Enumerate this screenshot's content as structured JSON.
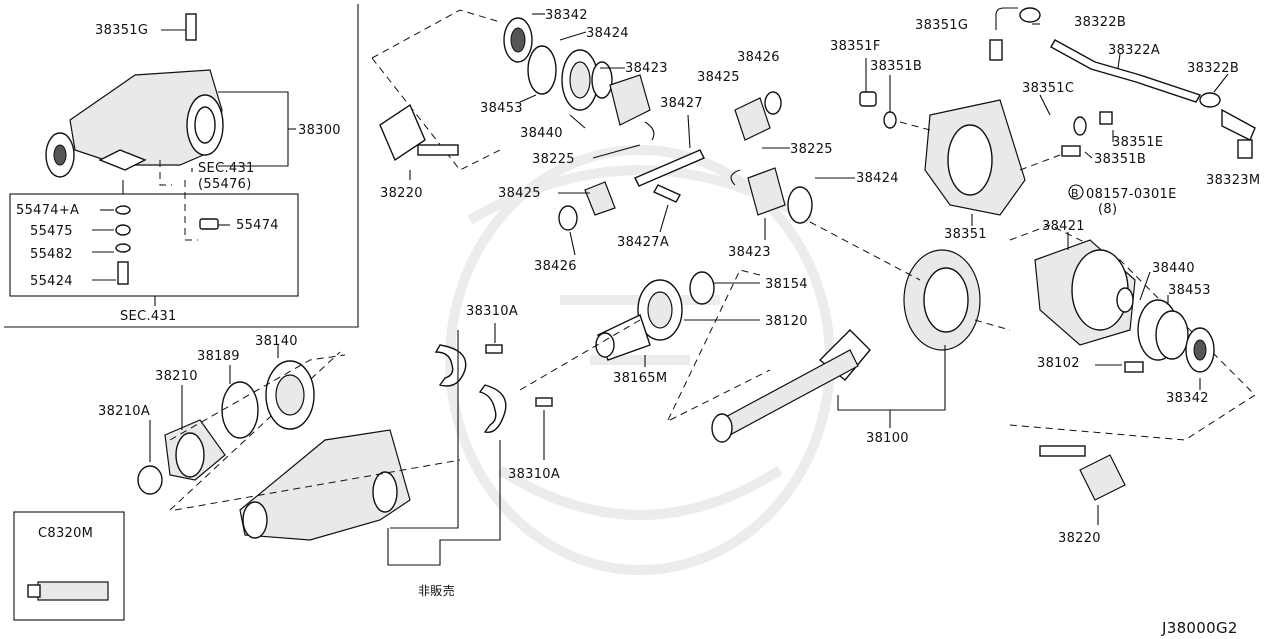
{
  "diagram_id": "J38000G2",
  "not_sold_label": "非販売",
  "insets": {
    "top_left": {
      "sec_label": "SEC.431"
    },
    "bottom_left": {
      "tool_label": "C8320M"
    }
  },
  "callouts": {
    "c38351G_top": "38351G",
    "c38300": "38300",
    "sec431_ref": "SEC.431",
    "sec431_sub": "(55476)",
    "c55474A": "55474+A",
    "c55475": "55475",
    "c55482": "55482",
    "c55424": "55424",
    "c55474": "55474",
    "c38342_top": "38342",
    "c38424_top": "38424",
    "c38423_top": "38423",
    "c38453_top": "38453",
    "c38440_top": "38440",
    "c38225_left": "38225",
    "c38220_top": "38220",
    "c38426_top": "38426",
    "c38425_top": "38425",
    "c38427": "38427",
    "c38225_right": "38225",
    "c38424_mid": "38424",
    "c38425_left": "38425",
    "c38426_left": "38426",
    "c38427A": "38427A",
    "c38423_mid": "38423",
    "c38351F": "38351F",
    "c38351B_top": "38351B",
    "c38351G_right": "38351G",
    "c38322B_top": "38322B",
    "c38322A": "38322A",
    "c38322B_right": "38322B",
    "c38351C": "38351C",
    "c38351E": "38351E",
    "c38351B_right": "38351B",
    "c38323M": "38323M",
    "bolt_ref_letter": "B",
    "bolt_ref": "08157-0301E",
    "bolt_qty": "(8)",
    "c38351": "38351",
    "c38421": "38421",
    "c38440_right": "38440",
    "c38453_right": "38453",
    "c38102": "38102",
    "c38342_right": "38342",
    "c38220_right": "38220",
    "c38154": "38154",
    "c38120": "38120",
    "c38165M": "38165M",
    "c38100": "38100",
    "c38310A_top": "38310A",
    "c38310A_bottom": "38310A",
    "c38210A": "38210A",
    "c38210": "38210",
    "c38189": "38189",
    "c38140": "38140"
  }
}
